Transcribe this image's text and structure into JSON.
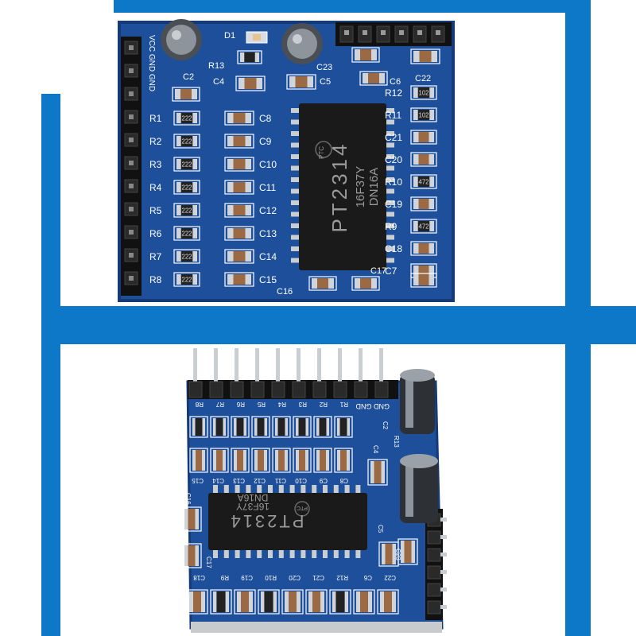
{
  "colors": {
    "frame": "#0e78c8",
    "pcb": "#1d4f9a",
    "pcb_dark": "#143a78",
    "chip": "#1a1a1a",
    "silk": "#ffffff",
    "pad": "#c8cfd6"
  },
  "top": {
    "side_header_label": "VCC GND GND",
    "chip_text": [
      "PT2314",
      "16F37Y",
      "DN16A"
    ],
    "chip_logo": "PTC",
    "left_resistors": [
      "R1",
      "R2",
      "R3",
      "R4",
      "R5",
      "R6",
      "R7",
      "R8"
    ],
    "resistor_code": "222",
    "center_caps": [
      "C8",
      "C9",
      "C10",
      "C11",
      "C12",
      "C13",
      "C14",
      "C15"
    ],
    "right_parts": [
      "R12",
      "R11",
      "C21",
      "C20",
      "R10",
      "C19",
      "R9",
      "C18",
      "C7"
    ],
    "right_codes": [
      "102",
      "102",
      "",
      "",
      "472",
      "",
      "472",
      "",
      ""
    ],
    "misc_labels": [
      "C2",
      "C4",
      "R13",
      "D1",
      "C23",
      "C5",
      "C6",
      "C22",
      "C16",
      "C17"
    ]
  },
  "bottom": {
    "chip_text": [
      "PT2314",
      "16F37Y",
      "DN16A"
    ],
    "chip_logo": "PTC",
    "row_resistors": [
      "R8",
      "R7",
      "R6",
      "R5",
      "R4",
      "R3",
      "R2",
      "R1"
    ],
    "row_caps": [
      "C15",
      "C14",
      "C13",
      "C12",
      "C11",
      "C10",
      "C9",
      "C8"
    ],
    "header_label": "GND GND",
    "bottom_labels": [
      "C18",
      "R9",
      "C19",
      "R10",
      "C20",
      "C21",
      "R12",
      "C6",
      "C22"
    ],
    "side_labels": [
      "C16",
      "C17",
      "R13",
      "C5",
      "C4",
      "C2",
      "C23"
    ]
  }
}
